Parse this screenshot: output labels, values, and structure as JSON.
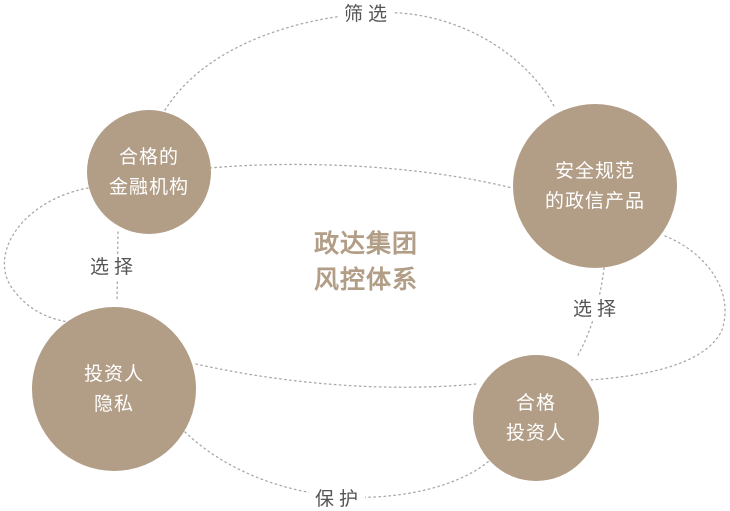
{
  "colors": {
    "node_fill": "#b29d86",
    "node_text": "#ffffff",
    "center_text": "#b29d86",
    "label_text": "#555555",
    "dotted_line": "#a8a8a8"
  },
  "center": {
    "line1": "政达集团",
    "line2": "风控体系"
  },
  "nodes": {
    "qualified_institution": {
      "line1": "合格的",
      "line2": "金融机构"
    },
    "safe_products": {
      "line1": "安全规范",
      "line2": "的政信产品"
    },
    "investor_privacy": {
      "line1": "投资人",
      "line2": "隐私"
    },
    "qualified_investor": {
      "line1": "合格",
      "line2": "投资人"
    }
  },
  "edge_labels": {
    "screen": "筛选",
    "select_left": "选择",
    "select_right": "选择",
    "protect": "保护"
  }
}
